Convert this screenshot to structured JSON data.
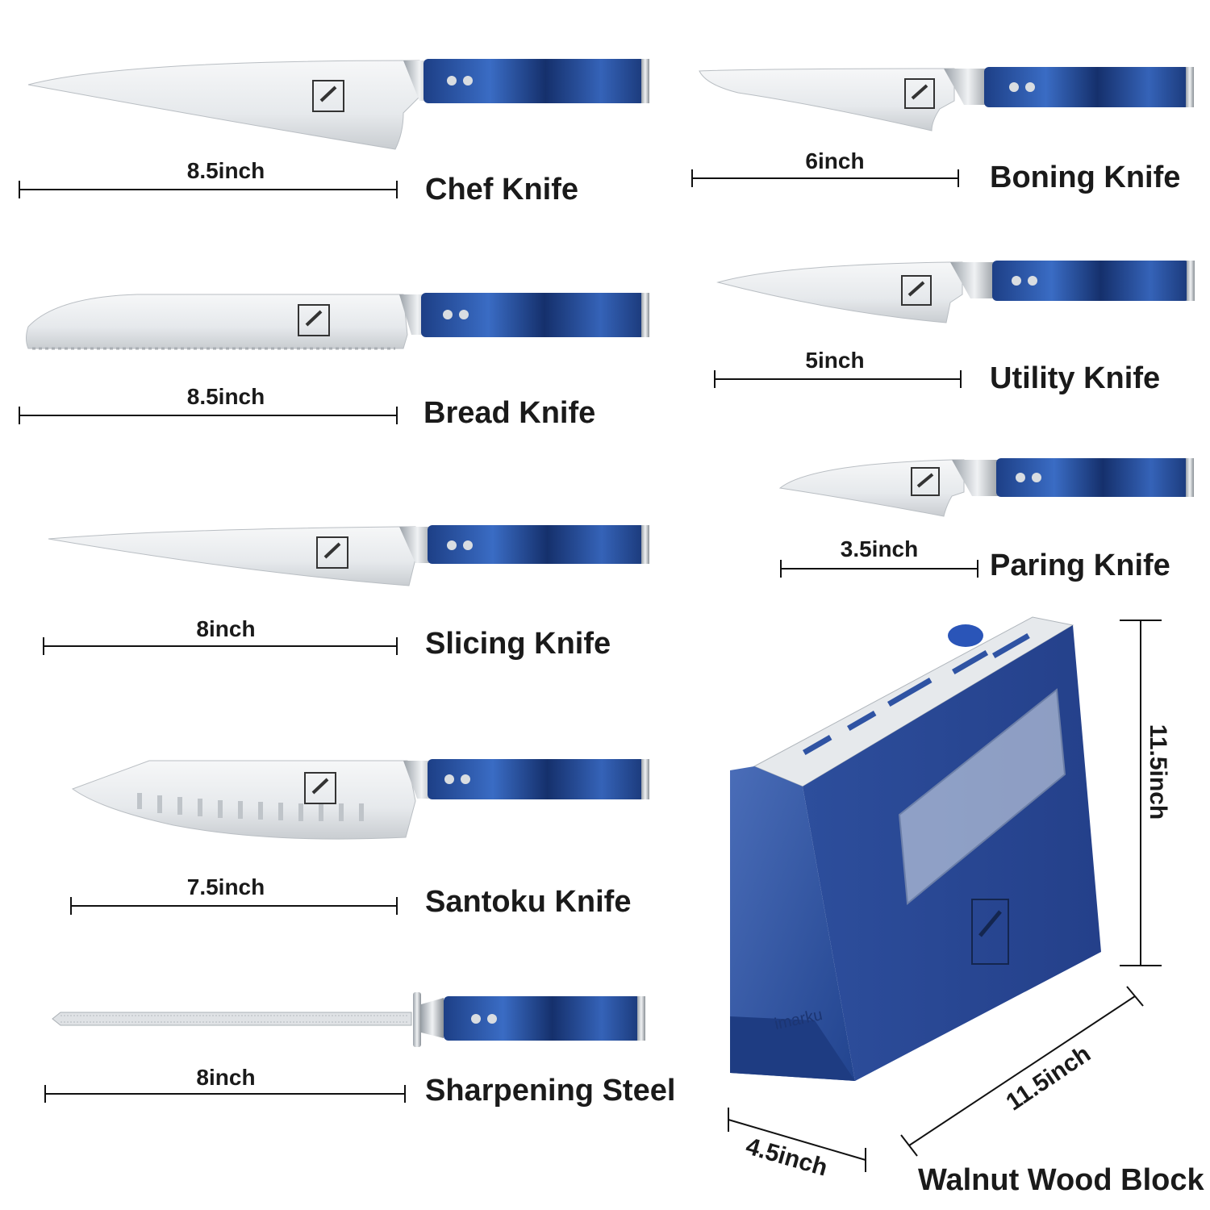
{
  "brand": "imarku",
  "colors": {
    "handle": "#2a55a8",
    "handle_dark": "#13285a",
    "blade": "#e9ecef",
    "blade_edge": "#c3c8cd",
    "block": "#2f53a3",
    "line": "#111111"
  },
  "items": [
    {
      "name": "Chef Knife",
      "length": "8.5inch"
    },
    {
      "name": "Bread Knife",
      "length": "8.5inch"
    },
    {
      "name": "Slicing Knife",
      "length": "8inch"
    },
    {
      "name": "Santoku Knife",
      "length": "7.5inch"
    },
    {
      "name": "Sharpening Steel",
      "length": "8inch"
    },
    {
      "name": "Boning Knife",
      "length": "6inch"
    },
    {
      "name": "Utility Knife",
      "length": "5inch"
    },
    {
      "name": "Paring Knife",
      "length": "3.5inch"
    }
  ],
  "block": {
    "name": "Walnut Wood Block",
    "height": "11.5inch",
    "length": "11.5inch",
    "width": "4.5inch"
  }
}
